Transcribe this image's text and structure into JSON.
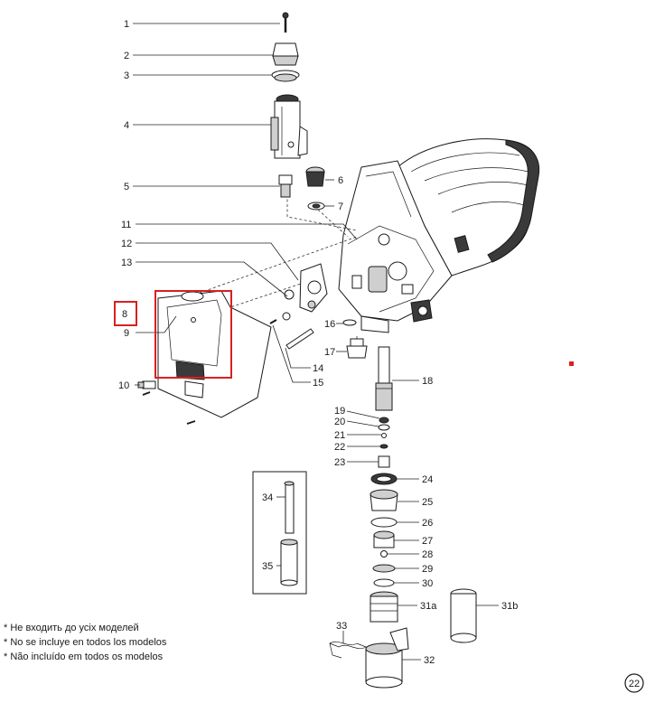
{
  "callouts": [
    {
      "id": "1",
      "text": "1"
    },
    {
      "id": "2",
      "text": "2"
    },
    {
      "id": "3",
      "text": "3"
    },
    {
      "id": "4",
      "text": "4"
    },
    {
      "id": "5",
      "text": "5"
    },
    {
      "id": "6",
      "text": "6"
    },
    {
      "id": "7",
      "text": "7"
    },
    {
      "id": "8",
      "text": "8"
    },
    {
      "id": "9",
      "text": "9"
    },
    {
      "id": "10",
      "text": "10"
    },
    {
      "id": "11",
      "text": "11"
    },
    {
      "id": "12",
      "text": "12"
    },
    {
      "id": "13",
      "text": "13"
    },
    {
      "id": "14",
      "text": "14"
    },
    {
      "id": "15",
      "text": "15"
    },
    {
      "id": "16",
      "text": "16"
    },
    {
      "id": "17",
      "text": "17"
    },
    {
      "id": "18",
      "text": "18"
    },
    {
      "id": "19",
      "text": "19"
    },
    {
      "id": "20",
      "text": "20"
    },
    {
      "id": "21",
      "text": "21"
    },
    {
      "id": "22",
      "text": "22"
    },
    {
      "id": "23",
      "text": "23"
    },
    {
      "id": "24",
      "text": "24"
    },
    {
      "id": "25",
      "text": "25"
    },
    {
      "id": "26",
      "text": "26"
    },
    {
      "id": "27",
      "text": "27"
    },
    {
      "id": "28",
      "text": "28"
    },
    {
      "id": "29",
      "text": "29"
    },
    {
      "id": "30",
      "text": "30"
    },
    {
      "id": "31a",
      "text": "31a"
    },
    {
      "id": "31b",
      "text": "31b"
    },
    {
      "id": "32",
      "text": "32"
    },
    {
      "id": "33",
      "text": "33"
    },
    {
      "id": "34",
      "text": "34"
    },
    {
      "id": "35",
      "text": "35"
    }
  ],
  "footnotes": [
    "* Не входить до усіх моделей",
    "* No se incluye en todos los modelos",
    "* Não incluído em todos os modelos"
  ],
  "page_number": "22",
  "colors": {
    "highlight": "#d92020",
    "line": "#1a1a1a"
  }
}
